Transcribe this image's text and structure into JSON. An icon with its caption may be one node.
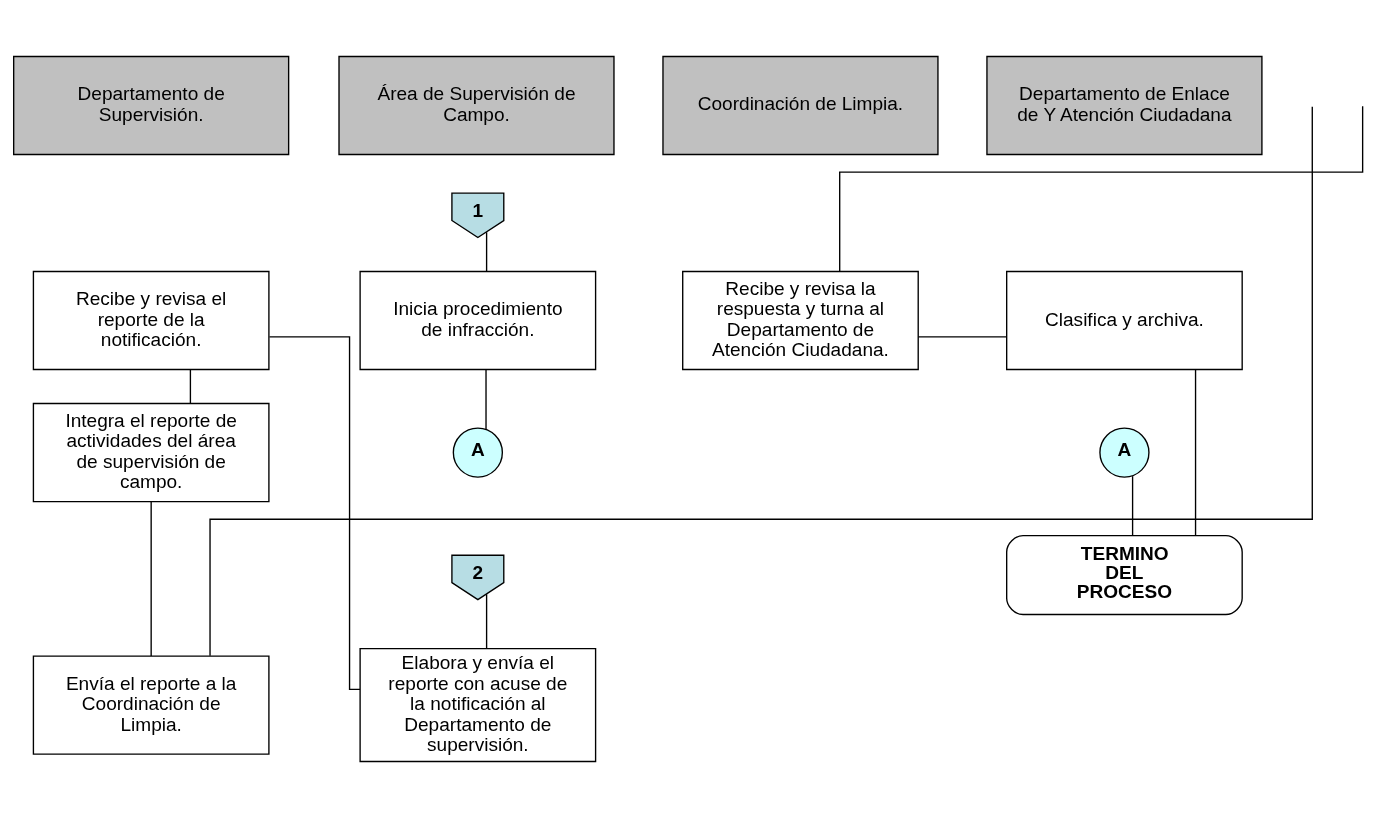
{
  "diagram": {
    "nodes": [
      {
        "text": [
          "Departamento de Supervisión."
        ]
      },
      {
        "text": [
          "Área de Supervisión de Campo."
        ]
      },
      {
        "text": [
          "Coordinación de Limpia."
        ]
      },
      {
        "text": [
          "Departamento de Enlace de Y Atención Ciudadana"
        ]
      },
      {
        "text": [
          "1"
        ]
      },
      {
        "text": [
          "Recibe y revisa el reporte de la notificación."
        ]
      },
      {
        "text": [
          "Inicia procedimiento de infracción."
        ]
      },
      {
        "text": [
          "Recibe y revisa la respuesta y turna al Departamento de Atención Ciudadana."
        ]
      },
      {
        "text": [
          "Clasifica y archiva."
        ]
      },
      {
        "text": [
          "A"
        ]
      },
      {
        "text": [
          "Integra el reporte de actividades del área de supervisión de campo."
        ]
      },
      {
        "text": [
          "2"
        ]
      },
      {
        "text": [
          "A"
        ]
      },
      {
        "text": [
          "TERMINO DEL PROCESO"
        ]
      },
      {
        "text": [
          "Envía el reporte a la Coordinación de Limpia."
        ]
      },
      {
        "text": [
          "Elabora y envía el reporte con acuse de la notificación al Departamento de supervisión."
        ]
      }
    ],
    "edges": [
      {
        "from": 4,
        "to": 6,
        "arrow": "none"
      },
      {
        "from": 6,
        "to": 9,
        "arrow": "none"
      },
      {
        "from": 11,
        "to": 15,
        "arrow": "none"
      },
      {
        "from": 15,
        "to": 5,
        "arrow": "none"
      },
      {
        "from": 5,
        "to": 10,
        "arrow": "none"
      },
      {
        "from": 10,
        "to": 14,
        "arrow": "none"
      },
      {
        "from": 14,
        "to": null,
        "arrow": "none"
      },
      {
        "from": null,
        "to": 7,
        "arrow": "none"
      },
      {
        "from": 7,
        "to": 8,
        "arrow": "none"
      },
      {
        "from": 8,
        "to": 13,
        "arrow": "none"
      },
      {
        "from": 12,
        "to": 13,
        "arrow": "none"
      }
    ]
  }
}
